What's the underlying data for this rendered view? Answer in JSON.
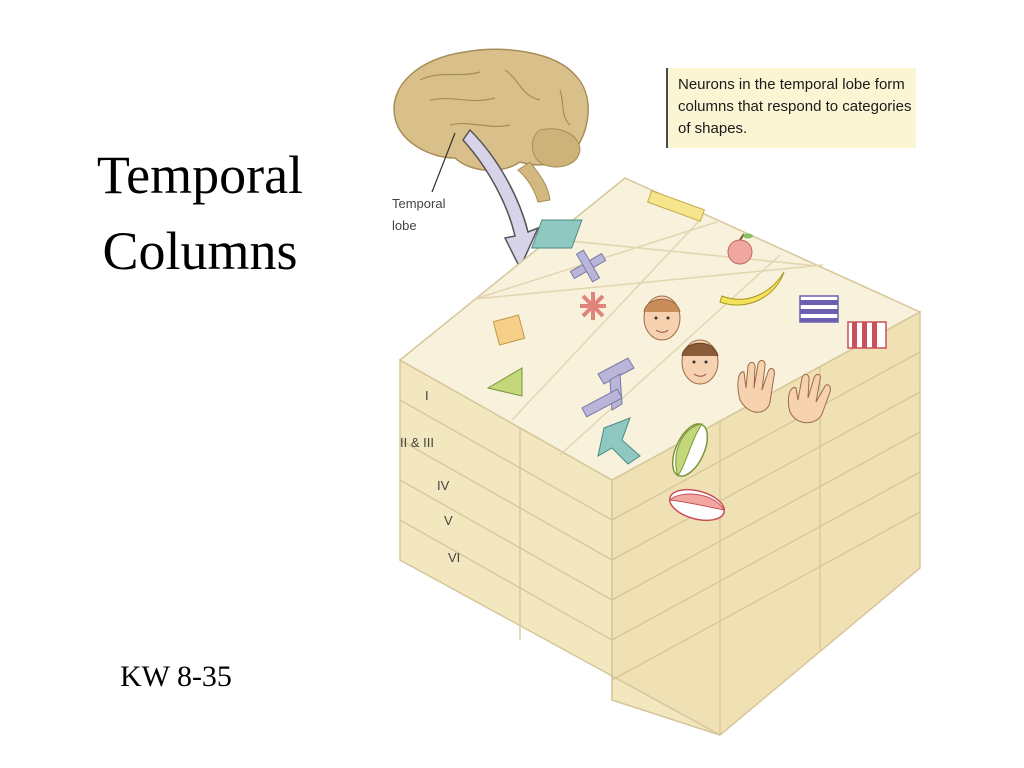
{
  "slide": {
    "title_line1": "Temporal",
    "title_line2": "Columns",
    "reference": "KW 8-35"
  },
  "figure": {
    "caption": "Neurons in the temporal lobe form columns that respond to categories of shapes.",
    "brain_label_line1": "Temporal",
    "brain_label_line2": "lobe",
    "layer_labels": [
      "I",
      "II & III",
      "IV",
      "V",
      "VI"
    ]
  },
  "colors": {
    "cube_top": "#f8f1dc",
    "cube_side": "#efe1b3",
    "cube_line": "#d6c79a",
    "brain": "#d9c08a",
    "arrow": "#d7d4ea"
  }
}
